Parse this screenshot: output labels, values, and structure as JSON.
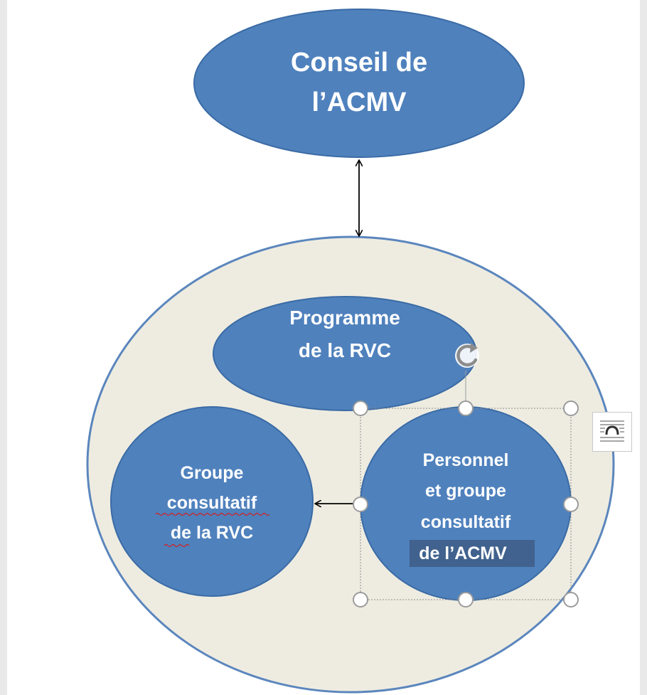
{
  "diagram": {
    "council": {
      "lines": [
        "Conseil de",
        "l’ACMV"
      ]
    },
    "program": {
      "lines": [
        "Programme",
        "de la RVC"
      ]
    },
    "advisory_group_rvc": {
      "lines": [
        "Groupe",
        "consultatif",
        "de la RVC"
      ]
    },
    "staff_group": {
      "lines": [
        "Personnel",
        "et groupe",
        "consultatif",
        "de l’ACMV"
      ]
    }
  },
  "colors": {
    "node_fill": "#4f81bd",
    "node_stroke": "#3a6ba5",
    "container_fill": "#eeece1",
    "container_stroke": "#5b86bd",
    "selection_highlight": "#41628e",
    "spellcheck": "#d02020",
    "handle_stroke": "#9b9b9b"
  },
  "icons": {
    "rotate": "rotate-handle-icon",
    "layout": "layout-options-icon"
  }
}
